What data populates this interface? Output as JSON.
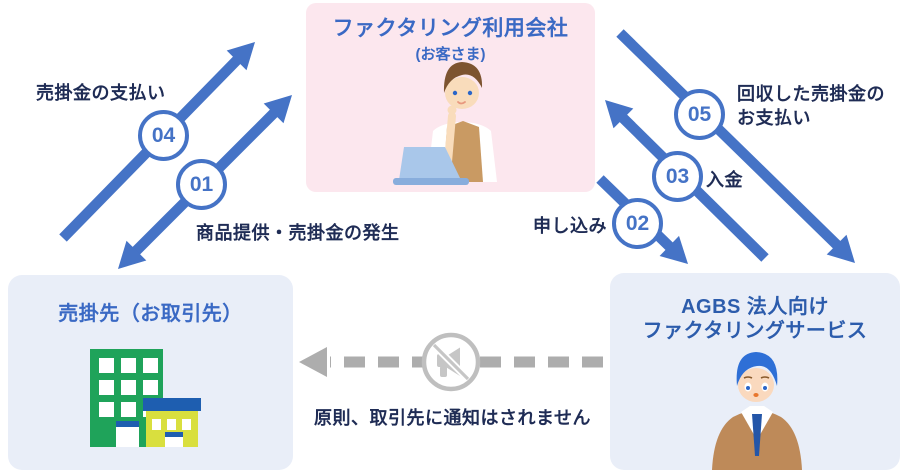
{
  "boxes": {
    "customer": {
      "title": "ファクタリング利用会社",
      "subtitle": "(お客さま)"
    },
    "client": {
      "title": "売掛先（お取引先）"
    },
    "service": {
      "title_line1": "AGBS 法人向け",
      "title_line2": "ファクタリングサービス"
    }
  },
  "steps": {
    "s01": {
      "num": "01",
      "label": "商品提供・売掛金の発生"
    },
    "s02": {
      "num": "02",
      "label": "申し込み"
    },
    "s03": {
      "num": "03",
      "label": "入金"
    },
    "s04": {
      "num": "04",
      "label": "売掛金の支払い"
    },
    "s05": {
      "num": "05",
      "label_line1": "回収した売掛金の",
      "label_line2": "お支払い"
    }
  },
  "notice": {
    "label": "原則、取引先に通知はされません"
  },
  "icons": {
    "mute": "mute-megaphone-icon",
    "customer_illustration": "customer-at-laptop-illustration",
    "client_illustration": "office-buildings-illustration",
    "service_illustration": "service-staff-illustration"
  },
  "colors": {
    "arrow_blue": "#4573C6",
    "label_navy": "#1F2C55",
    "customer_box_bg": "#FCE7EE",
    "partner_box_bg": "#E9EEF8",
    "title_blue": "#3A69C4",
    "service_title_blue": "#2C5CAC",
    "notify_gray": "#ADADAD",
    "building_green": "#1FA35A",
    "building_yellow": "#D9DF3E",
    "roof_blue": "#1E5EB0"
  }
}
